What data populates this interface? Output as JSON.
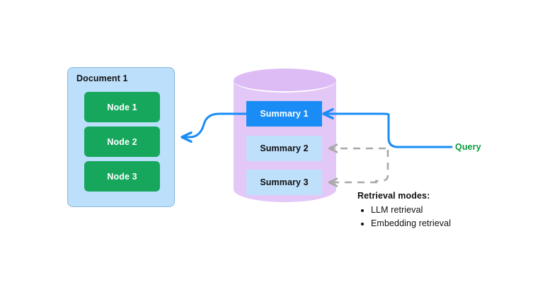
{
  "diagram": {
    "document": {
      "title": "Document 1",
      "nodes": [
        {
          "label": "Node 1"
        },
        {
          "label": "Node 2"
        },
        {
          "label": "Node 3"
        }
      ],
      "fill_color": "#bcdffb",
      "border_color": "#8cb6d8",
      "node_color": "#16a75c"
    },
    "index_store": {
      "shape": "cylinder",
      "fill_color": "#e3c8f7",
      "summaries": [
        {
          "label": "Summary 1",
          "state": "selected",
          "color": "#1a8cf5"
        },
        {
          "label": "Summary 2",
          "state": "default",
          "color": "#bfe0fb"
        },
        {
          "label": "Summary 3",
          "state": "default",
          "color": "#bfe0fb"
        }
      ]
    },
    "query": {
      "label": "Query",
      "color": "#0d9c3e",
      "connector_color": "#1a8cf5"
    },
    "retrieval": {
      "title": "Retrieval modes:",
      "modes": [
        "LLM retrieval",
        "Embedding retrieval"
      ],
      "dashed_connector_color": "#a8a8a8"
    }
  }
}
